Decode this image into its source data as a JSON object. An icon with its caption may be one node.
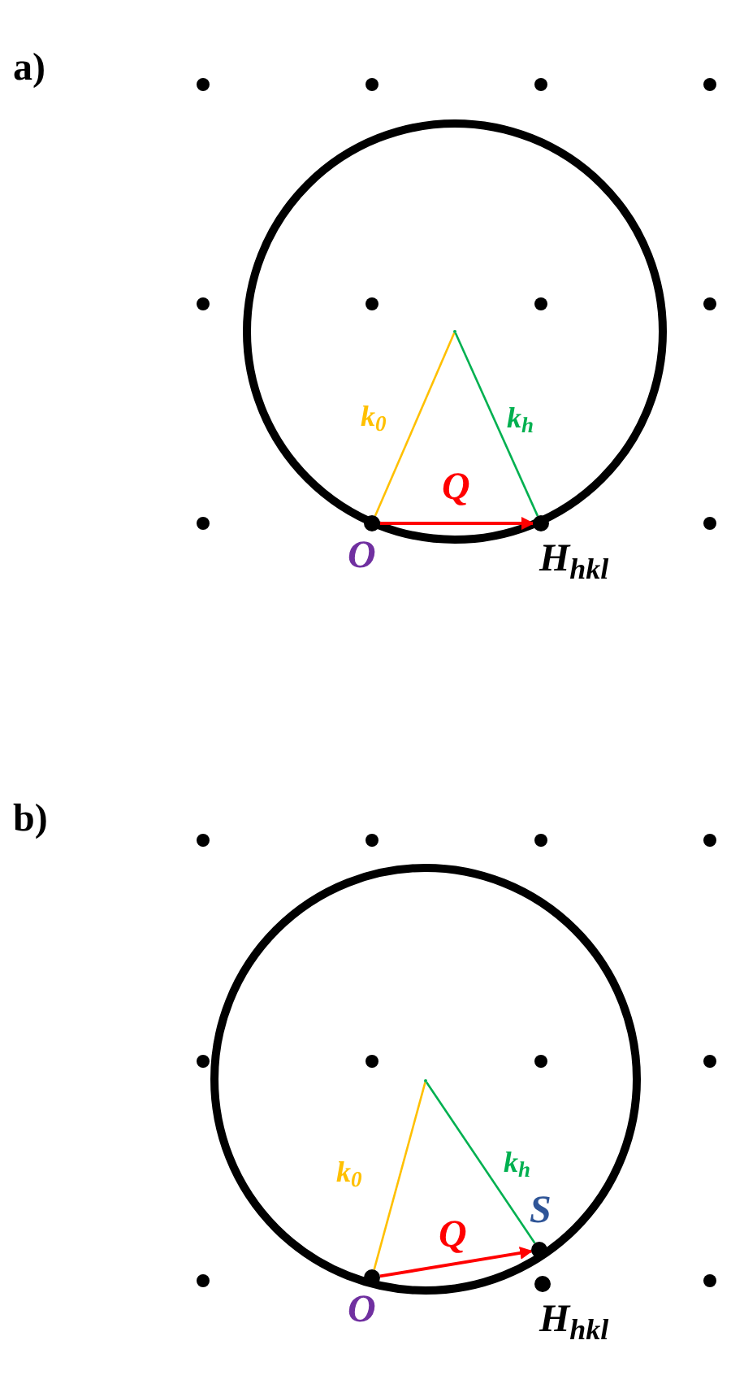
{
  "diagram": {
    "nodes": [
      {
        "text": [],
        "shape": "point"
      },
      {
        "text": [],
        "shape": "dot",
        "beside": [
          "O"
        ]
      },
      {
        "text": [],
        "shape": "dot",
        "beside": [
          "H$_{hkl}$"
        ]
      },
      {
        "text": [],
        "shape": "point"
      },
      {
        "text": [],
        "shape": "dot",
        "beside": [
          "O"
        ]
      },
      {
        "text": [],
        "shape": "dot",
        "beside": [
          "S"
        ]
      },
      {
        "text": [],
        "shape": "dot",
        "beside": [
          "H$_{hkl}$"
        ]
      }
    ],
    "edges": [
      {
        "from": 0,
        "to": 1,
        "arrow": "none",
        "label": "k$_{0}$",
        "color": "#ffc000"
      },
      {
        "from": 0,
        "to": 2,
        "arrow": "none",
        "label": "k$_{h}$",
        "color": "#00b050"
      },
      {
        "from": 1,
        "to": 2,
        "arrow": "to",
        "label": "Q",
        "color": "#ff0000"
      },
      {
        "from": 3,
        "to": 4,
        "arrow": "none",
        "label": "k$_{0}$",
        "color": "#ffc000"
      },
      {
        "from": 3,
        "to": 5,
        "arrow": "none",
        "label": "k$_{h}$",
        "color": "#00b050"
      },
      {
        "from": 4,
        "to": 5,
        "arrow": "to",
        "label": "Q",
        "color": "#ff0000"
      }
    ],
    "labels": [
      "a)",
      "b)"
    ]
  }
}
